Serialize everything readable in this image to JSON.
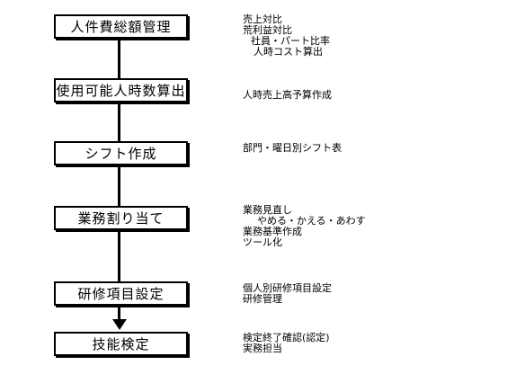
{
  "steps": [
    {
      "label": "人件費総額管理"
    },
    {
      "label": "使用可能人時数算出"
    },
    {
      "label": "シフト作成"
    },
    {
      "label": "業務割り当て"
    },
    {
      "label": "研修項目設定"
    },
    {
      "label": "技能検定"
    }
  ],
  "notes": [
    {
      "lines": [
        "売上対比",
        "荒利益対比",
        "社員・パート比率",
        "人時コスト算出"
      ]
    },
    {
      "lines": [
        "人時売上高予算作成"
      ]
    },
    {
      "lines": [
        "部門・曜日別シフト表"
      ]
    },
    {
      "lines": [
        "業務見直し",
        "やめる・かえる・あわす",
        "業務基準作成",
        "ツール化"
      ]
    },
    {
      "lines": [
        "個人別研修項目設定",
        "研修管理"
      ]
    },
    {
      "lines": [
        "検定終了確認(認定)",
        "実務担当"
      ]
    }
  ]
}
